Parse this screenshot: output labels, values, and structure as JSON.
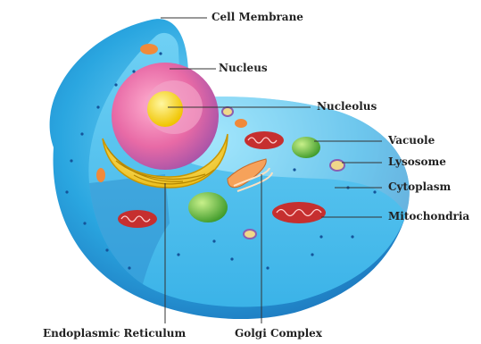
{
  "labels": {
    "cell_membrane": "Cell Membrane",
    "nucleus": "Nucleus",
    "nucleolus": "Nucleolus",
    "vacuole": "Vacuole",
    "lysosome": "Lysosome",
    "cytoplasm": "Cytoplasm",
    "mitochondria": "Mitochondria",
    "endoplasmic_reticulum": "Endoplasmic Reticulum",
    "golgi_complex": "Golgi Complex"
  },
  "colors": {
    "cell_outer": "#2aa6e0",
    "cell_light": "#7fd6f7",
    "cell_dark": "#1b6fb8",
    "nucleus": "#b05fb8",
    "nucleus_inner": "#e86aa6",
    "nucleolus": "#f4d800",
    "er": "#f6d23a",
    "mitochondria": "#c62f2f",
    "vacuole": "#76c043",
    "leader_line": "#333333"
  }
}
